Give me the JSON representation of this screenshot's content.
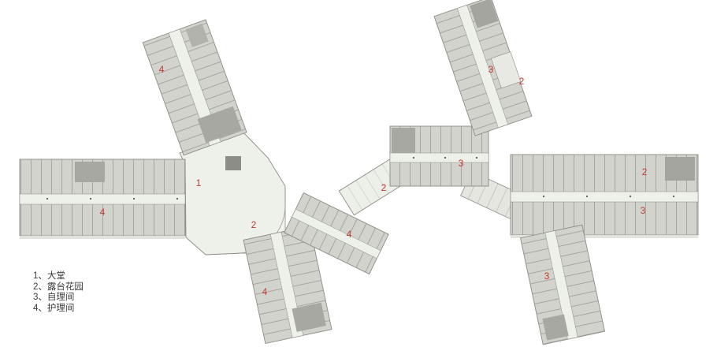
{
  "colors": {
    "accent": "#c43a2f",
    "legend_text": "#3c3c3c",
    "footprint": "#eef0ea",
    "room_fill": "#d3d3cd",
    "room_dark": "#a8a8a2",
    "outline": "#8c8c86"
  },
  "legend": {
    "items": [
      {
        "num": "1、",
        "label": "大堂"
      },
      {
        "num": "2、",
        "label": "露台花园"
      },
      {
        "num": "3、",
        "label": "自理间"
      },
      {
        "num": "4、",
        "label": "护理间"
      }
    ]
  },
  "plan_labels": [
    {
      "text": "4"
    },
    {
      "text": "4"
    },
    {
      "text": "1"
    },
    {
      "text": "2"
    },
    {
      "text": "4"
    },
    {
      "text": "4"
    },
    {
      "text": "2"
    },
    {
      "text": "3"
    },
    {
      "text": "3"
    },
    {
      "text": "2"
    },
    {
      "text": "2"
    },
    {
      "text": "3"
    },
    {
      "text": "3"
    }
  ]
}
